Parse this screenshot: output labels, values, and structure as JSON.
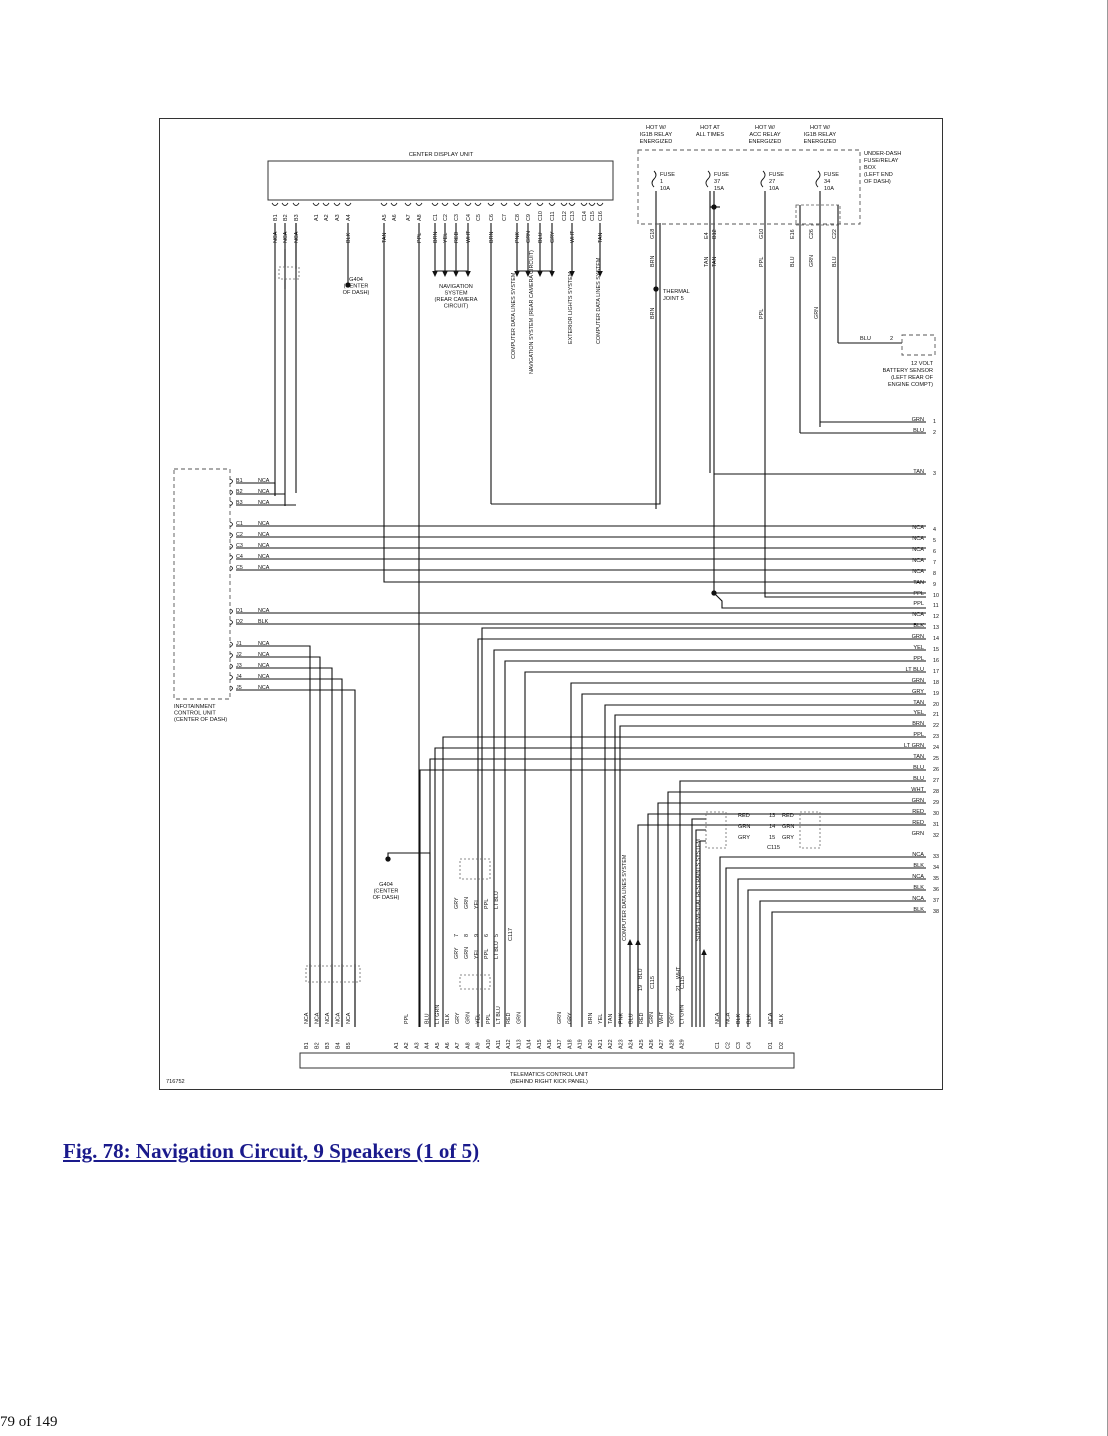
{
  "figure": {
    "caption": "Fig. 78: Navigation Circuit, 9 Speakers (1 of 5)",
    "page": "79 of 149",
    "diagram_id": "716752"
  },
  "components": {
    "center_display": "CENTER DISPLAY UNIT",
    "infotainment": [
      "INFOTAINMENT",
      "CONTROL UNIT",
      "(CENTER OF DASH)"
    ],
    "telematics": [
      "TELEMATICS CONTROL UNIT",
      "(BEHIND RIGHT KICK PANEL)"
    ],
    "fuse_box": [
      "UNDER-DASH",
      "FUSE/RELAY",
      "BOX",
      "(LEFT END",
      "OF DASH)"
    ],
    "battery_sensor": [
      "12 VOLT",
      "BATTERY SENSOR",
      "(LEFT REAR OF",
      "ENGINE COMPT)"
    ],
    "ground_top": [
      "G404",
      "(CENTER",
      "OF DASH)"
    ],
    "ground_bottom": [
      "G404",
      "(CENTER",
      "OF DASH)"
    ],
    "thermal_joint": [
      "THERMAL",
      "JOINT 5"
    ],
    "nav_rear_camera": [
      "NAVIGATION",
      "SYSTEM",
      "(REAR CAMERA",
      "CIRCUIT)"
    ],
    "connectors": [
      "C117",
      "C115",
      "C115"
    ]
  },
  "power": [
    {
      "header": [
        "HOT W/",
        "IG1B RELAY",
        "ENERGIZED"
      ],
      "fuse": [
        "FUSE",
        "1",
        "10A"
      ]
    },
    {
      "header": [
        "HOT AT",
        "ALL TIMES"
      ],
      "fuse": [
        "FUSE",
        "37",
        "15A"
      ]
    },
    {
      "header": [
        "HOT W/",
        "ACC RELAY",
        "ENERGIZED"
      ],
      "fuse": [
        "FUSE",
        "27",
        "10A"
      ]
    },
    {
      "header": [
        "HOT W/",
        "IG1B RELAY",
        "ENERGIZED"
      ],
      "fuse": [
        "FUSE",
        "34",
        "10A"
      ]
    }
  ],
  "vertical_labels": {
    "cdl1": "COMPUTER DATA LINES SYSTEM",
    "nav_cam": "NAVIGATION SYSTEM (REAR CAMERA CIRCUIT)",
    "ext_lights": "EXTERIOR LIGHTS SYSTEM",
    "cdl2": "COMPUTER DATA LINES SYSTEM",
    "cdl3": "COMPUTER DATA LINES SYSTEM",
    "srs": "SUPPLEMENTAL RESTRAINTS SYSTEM"
  },
  "center_display_pins": [
    {
      "pin": "B1",
      "wire": "NCA"
    },
    {
      "pin": "B2",
      "wire": "NCA"
    },
    {
      "pin": "B3",
      "wire": "NCA"
    },
    {
      "pin": "A1",
      "wire": ""
    },
    {
      "pin": "A2",
      "wire": ""
    },
    {
      "pin": "A3",
      "wire": ""
    },
    {
      "pin": "A4",
      "wire": "BLK"
    },
    {
      "pin": "A5",
      "wire": "TAN"
    },
    {
      "pin": "A6",
      "wire": ""
    },
    {
      "pin": "A7",
      "wire": ""
    },
    {
      "pin": "A8",
      "wire": "PPL"
    },
    {
      "pin": "C1",
      "wire": "BRN"
    },
    {
      "pin": "C2",
      "wire": "YEL"
    },
    {
      "pin": "C3",
      "wire": "RED"
    },
    {
      "pin": "C4",
      "wire": "WHT"
    },
    {
      "pin": "C5",
      "wire": ""
    },
    {
      "pin": "C6",
      "wire": "BRN"
    },
    {
      "pin": "C7",
      "wire": ""
    },
    {
      "pin": "C8",
      "wire": "PNK"
    },
    {
      "pin": "C9",
      "wire": "GRN"
    },
    {
      "pin": "C10",
      "wire": "BLU"
    },
    {
      "pin": "C11",
      "wire": "GRY"
    },
    {
      "pin": "C12",
      "wire": ""
    },
    {
      "pin": "C13",
      "wire": "WHT"
    },
    {
      "pin": "C14",
      "wire": ""
    },
    {
      "pin": "C15",
      "wire": ""
    },
    {
      "pin": "C16",
      "wire": "TAN"
    }
  ],
  "fuse_outputs": [
    {
      "pin": "G18",
      "wire": "BRN"
    },
    {
      "pin": "E4",
      "wire": "TAN"
    },
    {
      "pin": "B12",
      "wire": "TAN"
    },
    {
      "pin": "G10",
      "wire": "PPL"
    },
    {
      "pin": "E16",
      "wire": "BLU"
    },
    {
      "pin": "C26",
      "wire": "GRN"
    },
    {
      "pin": "C22",
      "wire": "BLU"
    }
  ],
  "battery_wire": {
    "wire": "BLU",
    "pin": "2"
  },
  "infotainment_pins": [
    {
      "pin": "B1",
      "wire": "NCA"
    },
    {
      "pin": "B2",
      "wire": "NCA"
    },
    {
      "pin": "B3",
      "wire": "NCA"
    },
    {
      "pin": "C1",
      "wire": "NCA"
    },
    {
      "pin": "C2",
      "wire": "NCA"
    },
    {
      "pin": "C3",
      "wire": "NCA"
    },
    {
      "pin": "C4",
      "wire": "NCA"
    },
    {
      "pin": "C5",
      "wire": "NCA"
    },
    {
      "pin": "D1",
      "wire": "NCA"
    },
    {
      "pin": "D2",
      "wire": "BLK"
    },
    {
      "pin": "J1",
      "wire": "NCA"
    },
    {
      "pin": "J2",
      "wire": "NCA"
    },
    {
      "pin": "J3",
      "wire": "NCA"
    },
    {
      "pin": "J4",
      "wire": "NCA"
    },
    {
      "pin": "J5",
      "wire": "NCA"
    }
  ],
  "right_pins": [
    {
      "n": "1",
      "wire": "GRN"
    },
    {
      "n": "2",
      "wire": "BLU"
    },
    {
      "n": "3",
      "wire": "TAN"
    },
    {
      "n": "4",
      "wire": "NCA"
    },
    {
      "n": "5",
      "wire": "NCA"
    },
    {
      "n": "6",
      "wire": "NCA"
    },
    {
      "n": "7",
      "wire": "NCA"
    },
    {
      "n": "8",
      "wire": "NCA"
    },
    {
      "n": "9",
      "wire": "TAN"
    },
    {
      "n": "10",
      "wire": "PPL"
    },
    {
      "n": "11",
      "wire": "PPL"
    },
    {
      "n": "12",
      "wire": "NCA"
    },
    {
      "n": "13",
      "wire": "BLK"
    },
    {
      "n": "14",
      "wire": "GRN"
    },
    {
      "n": "15",
      "wire": "YEL"
    },
    {
      "n": "16",
      "wire": "PPL"
    },
    {
      "n": "17",
      "wire": "LT BLU"
    },
    {
      "n": "18",
      "wire": "GRN"
    },
    {
      "n": "19",
      "wire": "GRY"
    },
    {
      "n": "20",
      "wire": "TAN"
    },
    {
      "n": "21",
      "wire": "YEL"
    },
    {
      "n": "22",
      "wire": "BRN"
    },
    {
      "n": "23",
      "wire": "PPL"
    },
    {
      "n": "24",
      "wire": "LT GRN"
    },
    {
      "n": "25",
      "wire": "TAN"
    },
    {
      "n": "26",
      "wire": "BLU"
    },
    {
      "n": "27",
      "wire": "BLU"
    },
    {
      "n": "28",
      "wire": "WHT"
    },
    {
      "n": "29",
      "wire": "GRN"
    },
    {
      "n": "30",
      "wire": "RED"
    },
    {
      "n": "31",
      "wire": "RED"
    },
    {
      "n": "32",
      "wire": "GRN"
    },
    {
      "n": "33",
      "wire": "NCA"
    },
    {
      "n": "34",
      "wire": "BLK"
    },
    {
      "n": "35",
      "wire": "NCA"
    },
    {
      "n": "36",
      "wire": "BLK"
    },
    {
      "n": "37",
      "wire": "NCA"
    },
    {
      "n": "38",
      "wire": "BLK"
    }
  ],
  "c115_rows": [
    {
      "left": "RED",
      "pin": "13",
      "right": "RED"
    },
    {
      "left": "GRN",
      "pin": "14",
      "right": "GRN"
    },
    {
      "left": "GRY",
      "pin": "15",
      "right": "GRY"
    }
  ],
  "telematics_pins": [
    {
      "pin": "B1",
      "wire": "NCA"
    },
    {
      "pin": "B2",
      "wire": "NCA"
    },
    {
      "pin": "B3",
      "wire": "NCA"
    },
    {
      "pin": "B4",
      "wire": "NCA"
    },
    {
      "pin": "B5",
      "wire": "NCA"
    },
    {
      "pin": "A1",
      "wire": ""
    },
    {
      "pin": "A2",
      "wire": "PPL"
    },
    {
      "pin": "A3",
      "wire": ""
    },
    {
      "pin": "A4",
      "wire": "BLU"
    },
    {
      "pin": "A5",
      "wire": "LT GRN"
    },
    {
      "pin": "A6",
      "wire": "BLK"
    },
    {
      "pin": "A7",
      "wire": "GRY"
    },
    {
      "pin": "A8",
      "wire": "GRN"
    },
    {
      "pin": "A9",
      "wire": "YEL"
    },
    {
      "pin": "A10",
      "wire": "PPL"
    },
    {
      "pin": "A11",
      "wire": "LT BLU"
    },
    {
      "pin": "A12",
      "wire": "RED"
    },
    {
      "pin": "A13",
      "wire": "GRN"
    },
    {
      "pin": "A14",
      "wire": ""
    },
    {
      "pin": "A15",
      "wire": ""
    },
    {
      "pin": "A16",
      "wire": ""
    },
    {
      "pin": "A17",
      "wire": "GRN"
    },
    {
      "pin": "A18",
      "wire": "GRY"
    },
    {
      "pin": "A19",
      "wire": ""
    },
    {
      "pin": "A20",
      "wire": "BRN"
    },
    {
      "pin": "A21",
      "wire": "YEL"
    },
    {
      "pin": "A22",
      "wire": "TAN"
    },
    {
      "pin": "A23",
      "wire": "PNK"
    },
    {
      "pin": "A24",
      "wire": "BLU"
    },
    {
      "pin": "A25",
      "wire": "RED"
    },
    {
      "pin": "A26",
      "wire": "GRN"
    },
    {
      "pin": "A27",
      "wire": "WHT"
    },
    {
      "pin": "A28",
      "wire": "GRY"
    },
    {
      "pin": "A29",
      "wire": "LT GRN"
    },
    {
      "pin": "C1",
      "wire": "NCA"
    },
    {
      "pin": "C2",
      "wire": "NCA"
    },
    {
      "pin": "C3",
      "wire": "BLK"
    },
    {
      "pin": "C4",
      "wire": "BLK"
    },
    {
      "pin": "D1",
      "wire": "NCA"
    },
    {
      "pin": "D2",
      "wire": "BLK"
    }
  ],
  "c117": [
    {
      "l": "GRY",
      "pin": "7",
      "r": "GRY"
    },
    {
      "l": "GRN",
      "pin": "8",
      "r": "GRN"
    },
    {
      "l": "YEL",
      "pin": "9",
      "r": "YEL"
    },
    {
      "l": "PPL",
      "pin": "6",
      "r": "PPL"
    },
    {
      "l": "LT BLU",
      "pin": "5",
      "r": "LT BLU"
    }
  ],
  "c115_bottom": [
    {
      "l": "BLU",
      "pin": "19",
      "r": "BLU"
    },
    {
      "l": "WHT",
      "pin": "21",
      "r": "WHT"
    }
  ]
}
